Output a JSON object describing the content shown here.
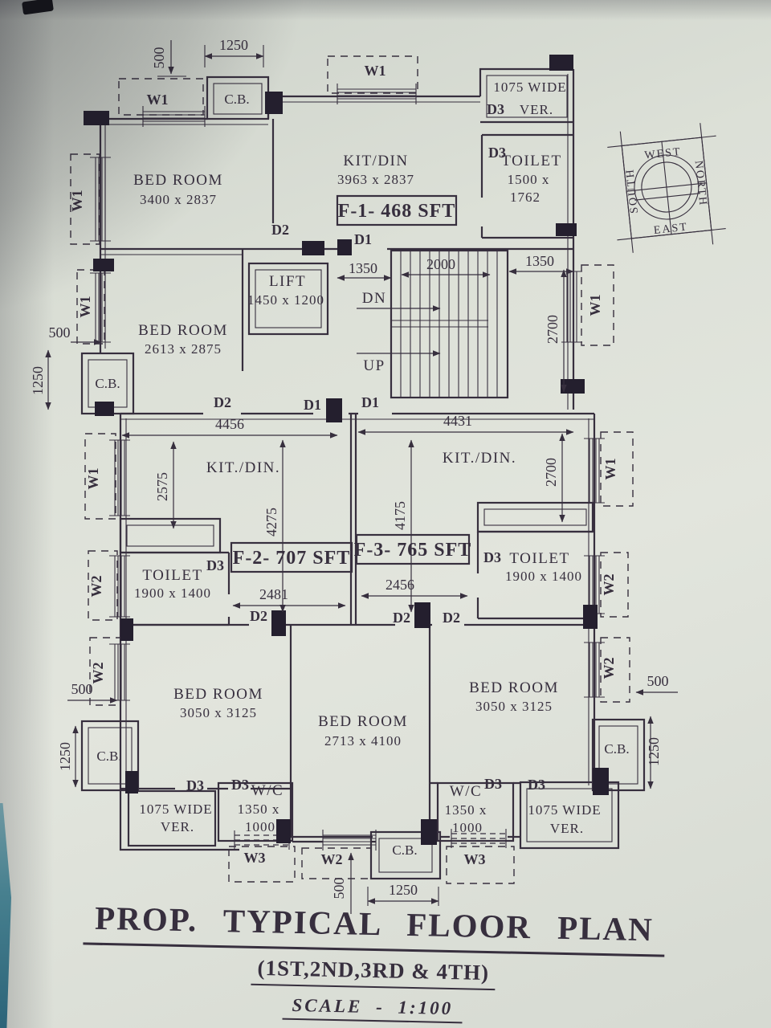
{
  "title": {
    "line1": "PROP. TYPICAL FLOOR PLAN",
    "line2": "(1ST,2ND,3RD & 4TH)",
    "line3": "SCALE - 1:100"
  },
  "compass": {
    "top": "WEST",
    "left": "SOUTH",
    "right": "NORTH",
    "bottom": "EAST"
  },
  "flats": {
    "f1": "F-1- 468 SFT",
    "f2": "F-2- 707 SFT",
    "f3": "F-3- 765 SFT"
  },
  "rooms": {
    "bed1": {
      "name": "BED ROOM",
      "size": "3400 x 2837"
    },
    "kitdin1": {
      "name": "KIT/DIN",
      "size": "3963 x 2837"
    },
    "toilet1": {
      "name": "TOILET",
      "size1": "1500 x",
      "size2": "1762"
    },
    "ver1": {
      "line1": "1075 WIDE",
      "line2": "VER."
    },
    "bed2": {
      "name": "BED ROOM",
      "size": "2613 x 2875"
    },
    "lift": {
      "name": "LIFT",
      "size": "1450 x 1200"
    },
    "kitdin2": {
      "name": "KIT./DIN."
    },
    "kitdin3": {
      "name": "KIT./DIN."
    },
    "toilet2": {
      "name": "TOILET",
      "size": "1900 x 1400"
    },
    "toilet3": {
      "name": "TOILET",
      "size": "1900 x 1400"
    },
    "bed3": {
      "name": "BED ROOM",
      "size": "3050 x 3125"
    },
    "bed4": {
      "name": "BED ROOM",
      "size": "2713 x 4100"
    },
    "bed5": {
      "name": "BED ROOM",
      "size": "3050 x 3125"
    },
    "wc_left": {
      "name": "W/C",
      "size1": "1350 x",
      "size2": "1000"
    },
    "wc_right": {
      "name": "W/C",
      "size1": "1350 x",
      "size2": "1000"
    },
    "ver_left": {
      "line1": "1075 WIDE",
      "line2": "VER."
    },
    "ver_right": {
      "line1": "1075 WIDE",
      "line2": "VER."
    }
  },
  "stairs": {
    "down": "DN",
    "up": "UP"
  },
  "labels": {
    "cb": "C.B."
  },
  "doors": {
    "d1": "D1",
    "d2": "D2",
    "d3": "D3"
  },
  "windows": {
    "w1": "W1",
    "w2": "W2",
    "w3": "W3"
  },
  "dims": {
    "d500": "500",
    "d1250": "1250",
    "d1350": "1350",
    "d2000": "2000",
    "d2700": "2700",
    "d4456": "4456",
    "d4431": "4431",
    "d2575": "2575",
    "d4275": "4275",
    "d4175": "4175",
    "d2481": "2481",
    "d2456": "2456"
  }
}
